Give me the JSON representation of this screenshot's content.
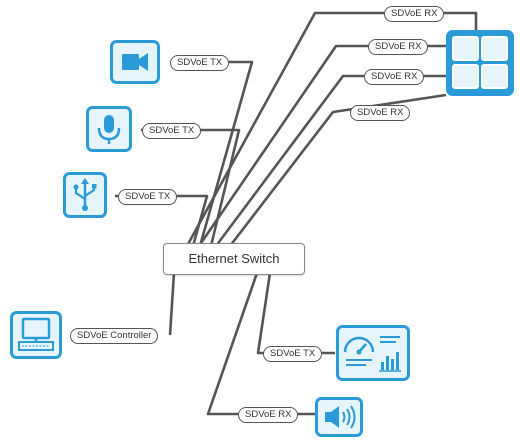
{
  "switch_label": "Ethernet Switch",
  "tags": {
    "rx1": "SDVoE RX",
    "rx2": "SDVoE RX",
    "rx3": "SDVoE RX",
    "rx4": "SDVoE RX",
    "tx_camera": "SDVoE TX",
    "tx_mic": "SDVoE TX",
    "tx_usb": "SDVoE TX",
    "controller": "SDVoE Controller",
    "tx_dashboard": "SDVoE TX",
    "rx_speaker": "SDVoE RX"
  },
  "colors": {
    "accent": "#2a9ad8",
    "accent_light": "#e6f4fc",
    "line": "#555555"
  },
  "icons": [
    "video-camera-icon",
    "microphone-icon",
    "usb-icon",
    "computer-icon",
    "video-wall-icon",
    "dashboard-icon",
    "speaker-icon"
  ]
}
